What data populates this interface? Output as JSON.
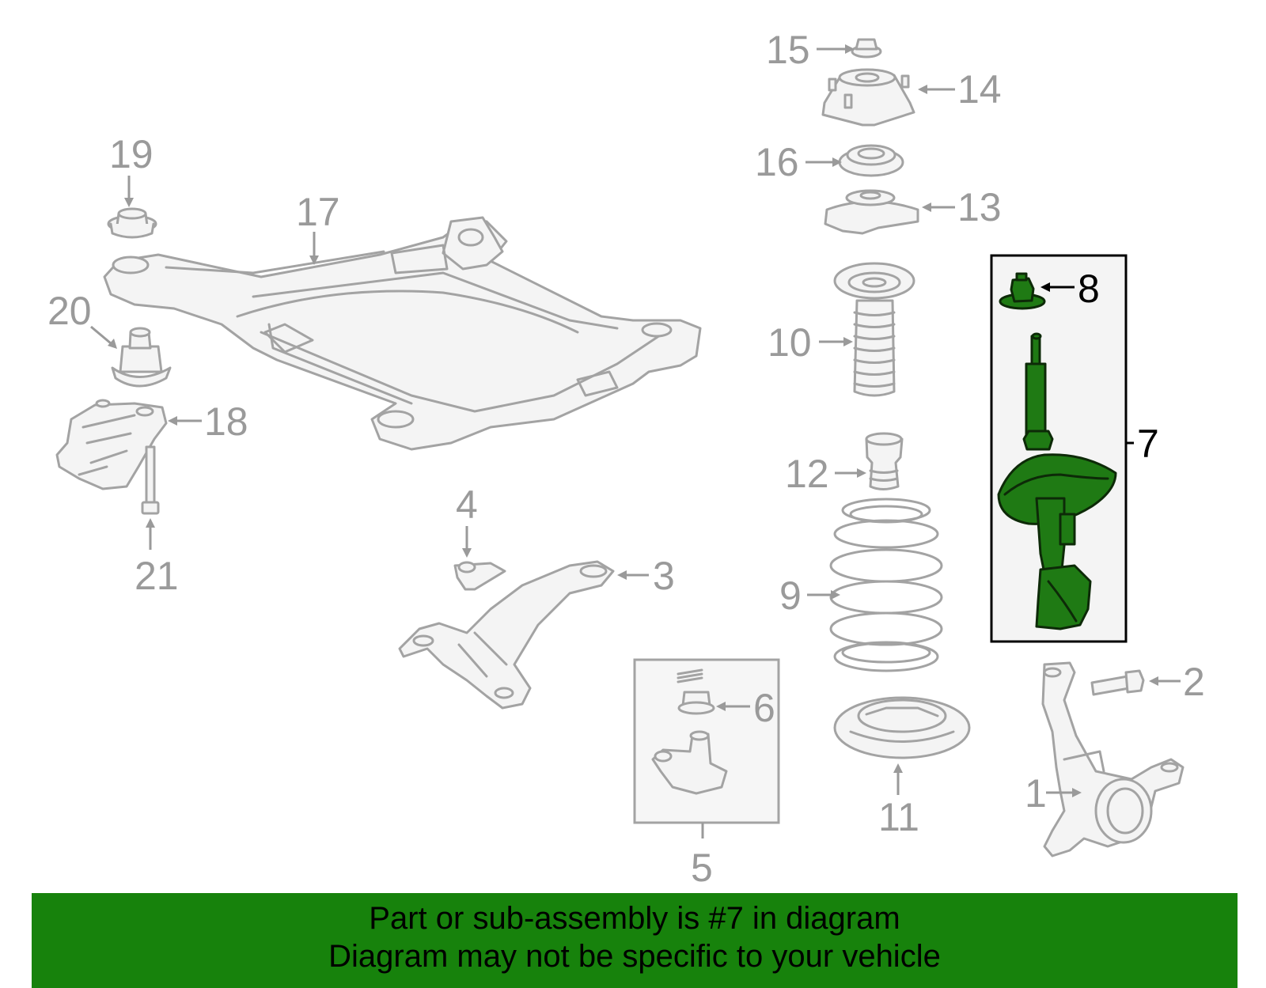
{
  "callouts": {
    "c1": "1",
    "c2": "2",
    "c3": "3",
    "c4": "4",
    "c5": "5",
    "c6": "6",
    "c7": "7",
    "c8": "8",
    "c9": "9",
    "c10": "10",
    "c11": "11",
    "c12": "12",
    "c13": "13",
    "c14": "14",
    "c15": "15",
    "c16": "16",
    "c17": "17",
    "c18": "18",
    "c19": "19",
    "c20": "20",
    "c21": "21"
  },
  "highlighted_part": "7",
  "colors": {
    "banner": "#17820c",
    "highlight": "#1f7a14",
    "part_outline": "#a3a3a3"
  },
  "banner": {
    "line1": "Part or sub-assembly is #7 in diagram",
    "line2": "Diagram may not be specific to your vehicle"
  }
}
